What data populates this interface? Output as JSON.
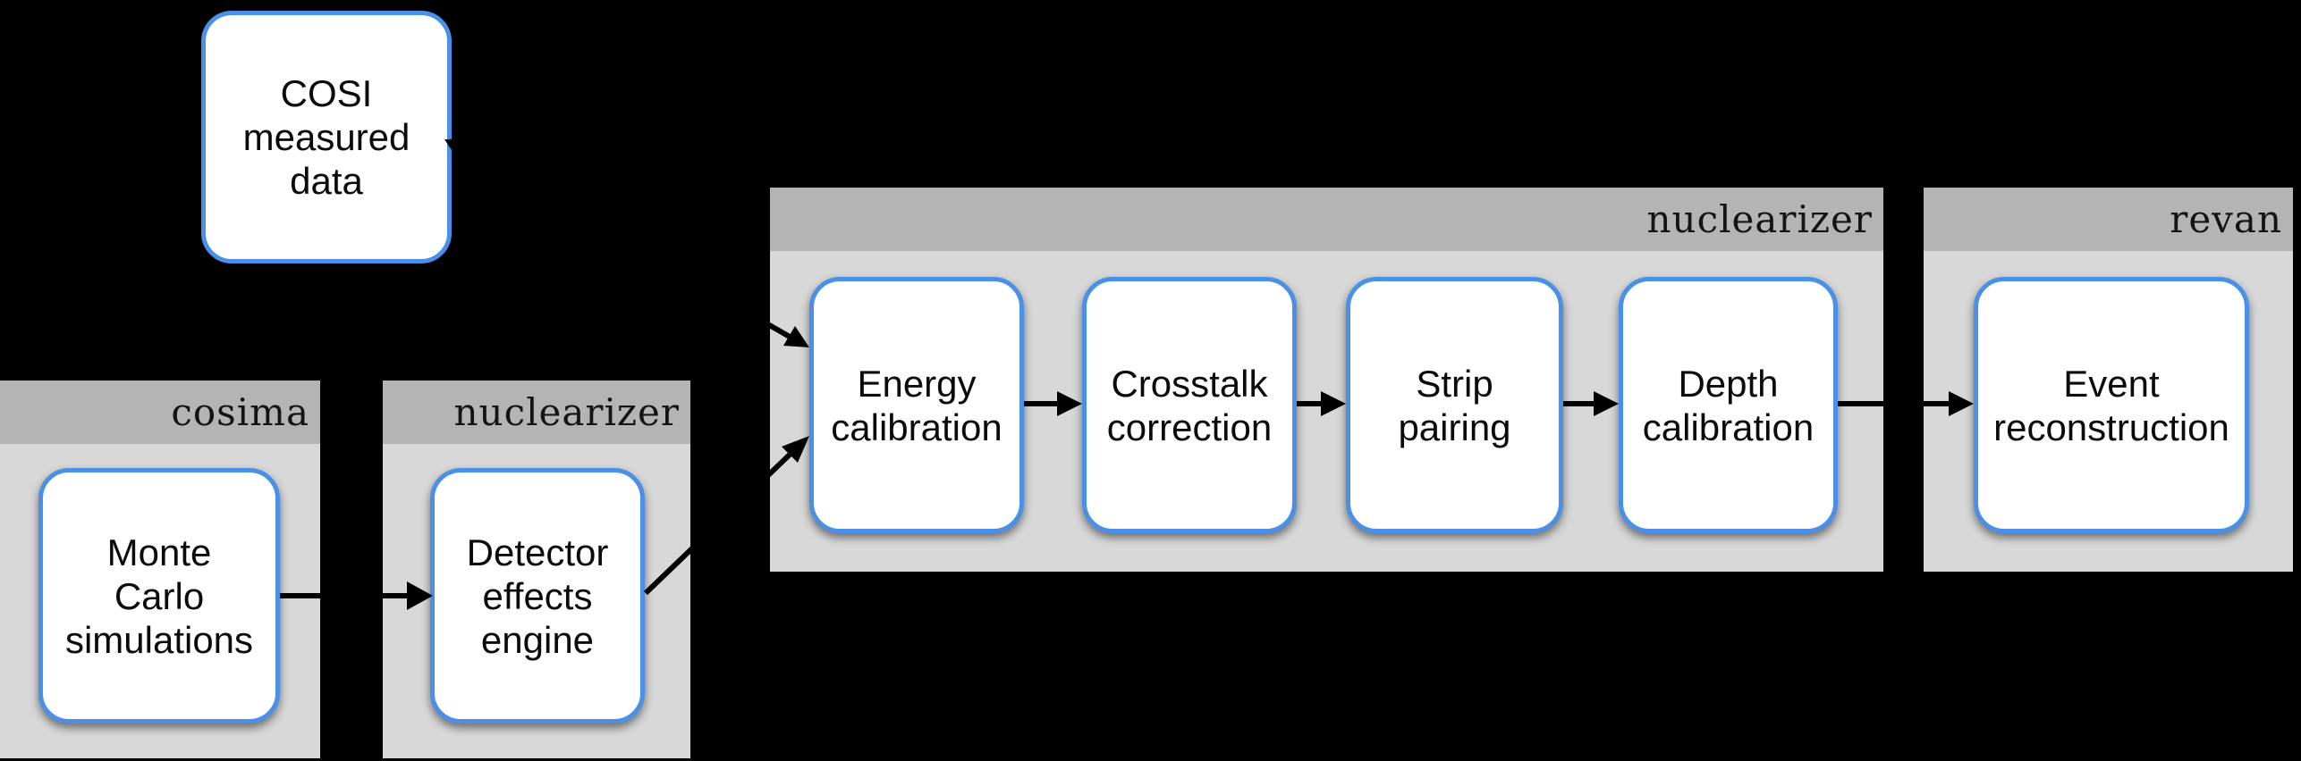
{
  "colors": {
    "background": "#000000",
    "container_header": "#b4b4b4",
    "container_body": "#d8d8d8",
    "node_fill": "#ffffff",
    "node_border": "#4a90e8",
    "arrow": "#000000",
    "text_color": "#0b0b0b",
    "label_color": "#141414"
  },
  "containers": {
    "cosima": {
      "label": "cosima"
    },
    "nuclearizer_sim": {
      "label": "nuclearizer"
    },
    "nuclearizer_main": {
      "label": "nuclearizer"
    },
    "revan": {
      "label": "revan"
    }
  },
  "nodes": {
    "cosi_data": {
      "label": "COSI\nmeasured\ndata"
    },
    "monte_carlo": {
      "label": "Monte\nCarlo\nsimulations"
    },
    "detector_effects": {
      "label": "Detector\neffects\nengine"
    },
    "energy_calibration": {
      "label": "Energy\ncalibration"
    },
    "crosstalk_correction": {
      "label": "Crosstalk\ncorrection"
    },
    "strip_pairing": {
      "label": "Strip\npairing"
    },
    "depth_calibration": {
      "label": "Depth\ncalibration"
    },
    "event_reconstruction": {
      "label": "Event\nreconstruction"
    }
  },
  "edges": [
    {
      "from": "monte_carlo",
      "to": "detector_effects"
    },
    {
      "from": "detector_effects",
      "to": "energy_calibration"
    },
    {
      "from": "cosi_data",
      "to": "energy_calibration"
    },
    {
      "from": "energy_calibration",
      "to": "crosstalk_correction"
    },
    {
      "from": "crosstalk_correction",
      "to": "strip_pairing"
    },
    {
      "from": "strip_pairing",
      "to": "depth_calibration"
    },
    {
      "from": "depth_calibration",
      "to": "event_reconstruction"
    }
  ]
}
